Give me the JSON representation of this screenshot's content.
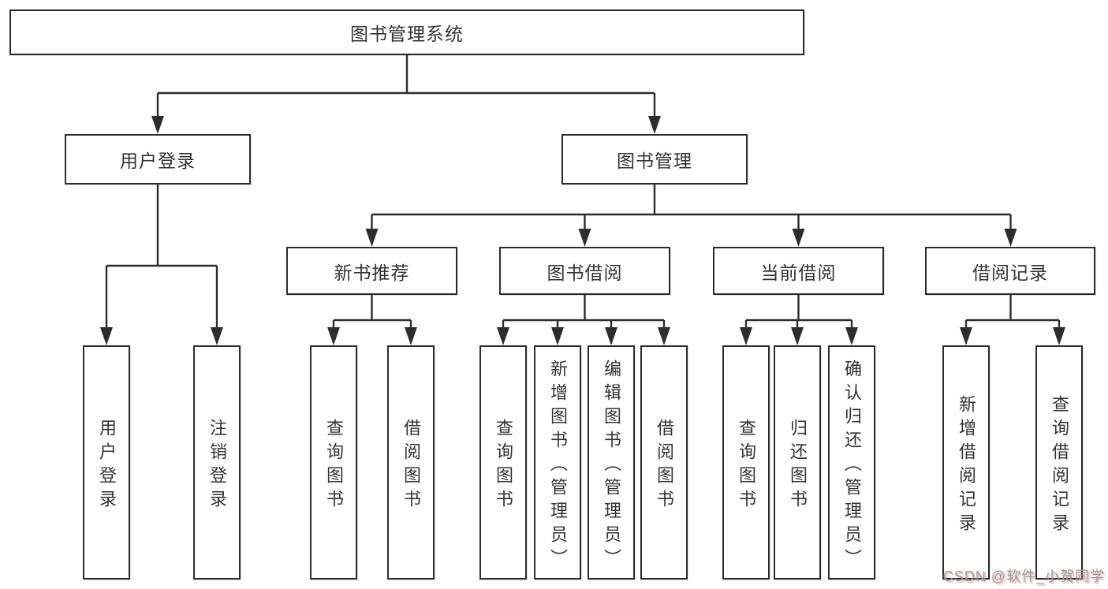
{
  "tree": {
    "root": {
      "label": "图书管理系统"
    },
    "branches": [
      {
        "label": "用户登录",
        "children": [
          {
            "label": "用户登录"
          },
          {
            "label": "注销登录"
          }
        ]
      },
      {
        "label": "图书管理",
        "children": [
          {
            "label": "新书推荐",
            "children": [
              {
                "label": "查询图书"
              },
              {
                "label": "借阅图书"
              }
            ]
          },
          {
            "label": "图书借阅",
            "children": [
              {
                "label": "查询图书"
              },
              {
                "label": "新增图书（管理员）"
              },
              {
                "label": "编辑图书（管理员）"
              },
              {
                "label": "借阅图书"
              }
            ]
          },
          {
            "label": "当前借阅",
            "children": [
              {
                "label": "查询图书"
              },
              {
                "label": "归还图书"
              },
              {
                "label": "确认归还（管理员）"
              }
            ]
          },
          {
            "label": "借阅记录",
            "children": [
              {
                "label": "新增借阅记录"
              },
              {
                "label": "查询借阅记录"
              }
            ]
          }
        ]
      }
    ]
  },
  "watermark": {
    "text": "CSDN @软件_小贺同学"
  },
  "colors": {
    "line": "#2d2d2d",
    "box_border": "#2c2c2c",
    "text": "#333333",
    "background": "#ffffff",
    "watermark": "#9a9a9a",
    "watermark_shadow": "#db7070"
  }
}
